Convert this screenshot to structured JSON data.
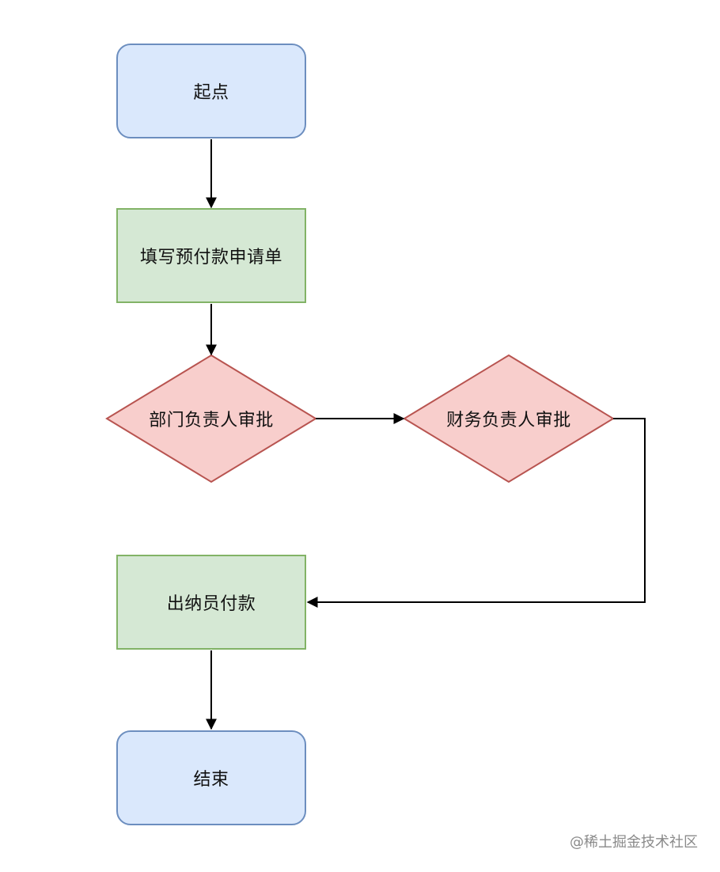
{
  "nodes": {
    "start": {
      "label": "起点"
    },
    "fill_form": {
      "label": "填写预付款申请单"
    },
    "dept_approval": {
      "label": "部门负责人审批"
    },
    "finance_approval": {
      "label": "财务负责人审批"
    },
    "cashier_payment": {
      "label": "出纳员付款"
    },
    "end": {
      "label": "结束"
    }
  },
  "colors": {
    "terminal_fill": "#dae8fc",
    "terminal_stroke": "#6c8ebf",
    "process_fill": "#d5e8d4",
    "process_stroke": "#82b366",
    "decision_fill": "#f8cecc",
    "decision_stroke": "#b85450",
    "edge": "#000000"
  },
  "watermark": "@稀土掘金技术社区"
}
